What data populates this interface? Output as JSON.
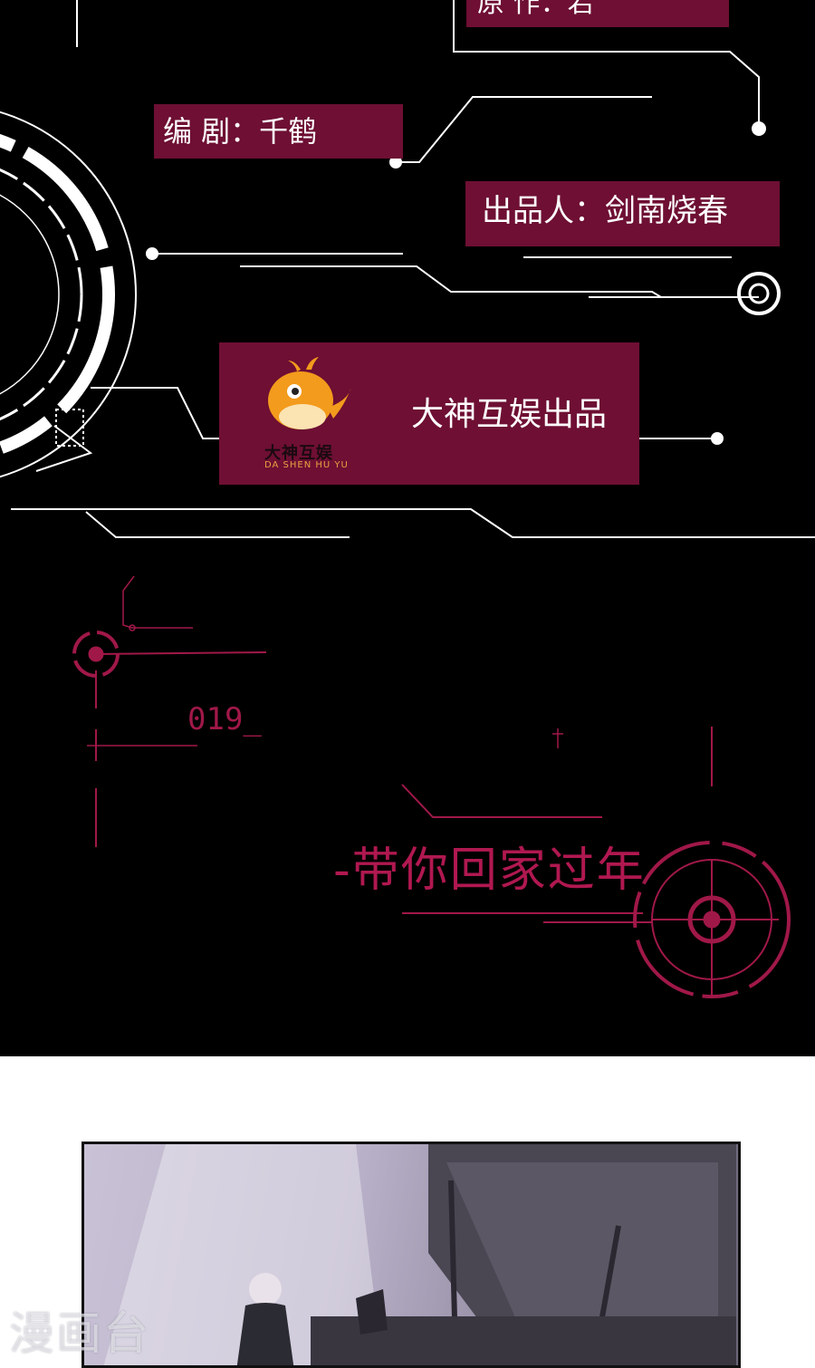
{
  "credits": {
    "top_partial": "原  作：若",
    "writer": "编    剧：千鹤",
    "producer": "出品人：剑南烧春"
  },
  "studio": {
    "name": "大神互娱出品",
    "logo_cn": "大神互娱",
    "logo_en": "DA SHEN HU YU"
  },
  "chapter": {
    "number": "019_",
    "title": "-带你回家过年"
  },
  "watermark": "漫画台",
  "colors": {
    "banner": "#6e0f33",
    "accent": "#b01850",
    "background": "#000000"
  }
}
